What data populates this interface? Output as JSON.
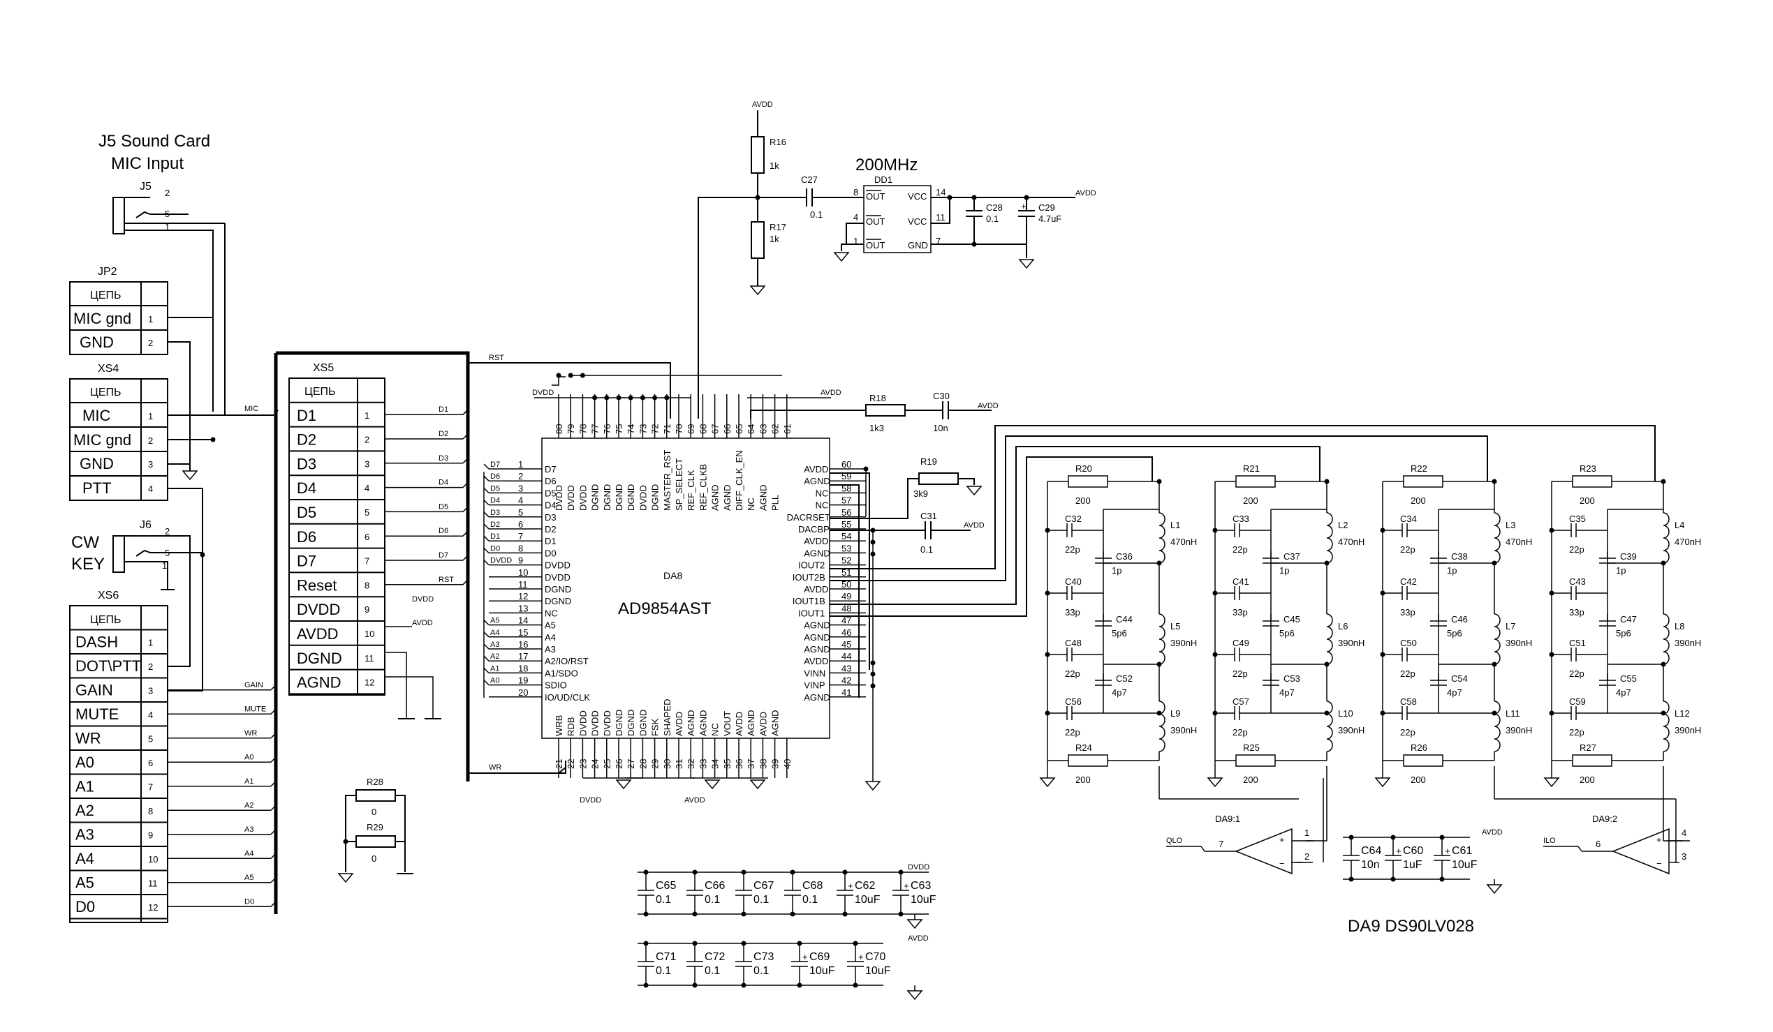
{
  "headings": {
    "soundcard_title": "J5 Sound Card",
    "soundcard_subtitle": "MIC Input",
    "osc_freq": "200MHz",
    "da9_caption": "DA9 DS90LV028"
  },
  "jacks": {
    "j5": {
      "ref": "J5",
      "pins": [
        "2",
        "5",
        "1"
      ]
    },
    "j6": {
      "ref": "J6",
      "pins": [
        "2",
        "5",
        "1"
      ],
      "label_cw": "CW",
      "label_key": "KEY"
    }
  },
  "connectors": {
    "jp2": {
      "ref": "JP2",
      "header": "ЦЕПЬ",
      "rows": [
        {
          "name": "MIC gnd",
          "pin": "1"
        },
        {
          "name": "GND",
          "pin": "2"
        }
      ]
    },
    "xs4": {
      "ref": "XS4",
      "header": "ЦЕПЬ",
      "rows": [
        {
          "name": "MIC",
          "pin": "1"
        },
        {
          "name": "MIC gnd",
          "pin": "2"
        },
        {
          "name": "GND",
          "pin": "3"
        },
        {
          "name": "PTT",
          "pin": "4"
        }
      ]
    },
    "xs6": {
      "ref": "XS6",
      "header": "ЦЕПЬ",
      "rows": [
        {
          "name": "DASH",
          "pin": "1"
        },
        {
          "name": "DOT\\PTT",
          "pin": "2"
        },
        {
          "name": "GAIN",
          "pin": "3"
        },
        {
          "name": "MUTE",
          "pin": "4"
        },
        {
          "name": "WR",
          "pin": "5"
        },
        {
          "name": "A0",
          "pin": "6"
        },
        {
          "name": "A1",
          "pin": "7"
        },
        {
          "name": "A2",
          "pin": "8"
        },
        {
          "name": "A3",
          "pin": "9"
        },
        {
          "name": "A4",
          "pin": "10"
        },
        {
          "name": "A5",
          "pin": "11"
        },
        {
          "name": "D0",
          "pin": "12"
        }
      ]
    },
    "xs5": {
      "ref": "XS5",
      "header": "ЦЕПЬ",
      "rows": [
        {
          "name": "D1",
          "pin": "1"
        },
        {
          "name": "D2",
          "pin": "2"
        },
        {
          "name": "D3",
          "pin": "3"
        },
        {
          "name": "D4",
          "pin": "4"
        },
        {
          "name": "D5",
          "pin": "5"
        },
        {
          "name": "D6",
          "pin": "6"
        },
        {
          "name": "D7",
          "pin": "7"
        },
        {
          "name": "Reset",
          "pin": "8"
        },
        {
          "name": "DVDD",
          "pin": "9"
        },
        {
          "name": "AVDD",
          "pin": "10"
        },
        {
          "name": "DGND",
          "pin": "11"
        },
        {
          "name": "AGND",
          "pin": "12"
        }
      ]
    }
  },
  "bus_labels": {
    "xs6_nets": [
      "GAIN",
      "MUTE",
      "WR",
      "A0",
      "A1",
      "A2",
      "A3",
      "A4",
      "A5",
      "D0"
    ],
    "xs5_nets": [
      "D1",
      "D2",
      "D3",
      "D4",
      "D5",
      "D6",
      "D7",
      "RST",
      "DVDD",
      "AVDD"
    ],
    "mic_net": "MIC",
    "rst_net": "RST",
    "wr_net": "WR"
  },
  "da8": {
    "ref": "DA8",
    "part": "AD9854AST",
    "left_pins": [
      {
        "num": "1",
        "name": "D7",
        "net": "D7"
      },
      {
        "num": "2",
        "name": "D6",
        "net": "D6"
      },
      {
        "num": "3",
        "name": "D5",
        "net": "D5"
      },
      {
        "num": "4",
        "name": "D4",
        "net": "D4"
      },
      {
        "num": "5",
        "name": "D3",
        "net": "D3"
      },
      {
        "num": "6",
        "name": "D2",
        "net": "D2"
      },
      {
        "num": "7",
        "name": "D1",
        "net": "D1"
      },
      {
        "num": "8",
        "name": "D0",
        "net": "D0"
      },
      {
        "num": "9",
        "name": "DVDD",
        "net": "DVDD"
      },
      {
        "num": "10",
        "name": "DVDD",
        "net": ""
      },
      {
        "num": "11",
        "name": "DGND",
        "net": ""
      },
      {
        "num": "12",
        "name": "DGND",
        "net": ""
      },
      {
        "num": "13",
        "name": "NC",
        "net": ""
      },
      {
        "num": "14",
        "name": "A5",
        "net": "A5"
      },
      {
        "num": "15",
        "name": "A4",
        "net": "A4"
      },
      {
        "num": "16",
        "name": "A3",
        "net": "A3"
      },
      {
        "num": "17",
        "name": "A2/IO/RST",
        "net": "A2"
      },
      {
        "num": "18",
        "name": "A1/SDO",
        "net": "A1"
      },
      {
        "num": "19",
        "name": "SDIO",
        "net": "A0"
      },
      {
        "num": "20",
        "name": "IO/UD/CLK",
        "net": ""
      }
    ],
    "right_pins": [
      {
        "num": "60",
        "name": "AVDD"
      },
      {
        "num": "59",
        "name": "AGND"
      },
      {
        "num": "58",
        "name": "NC"
      },
      {
        "num": "57",
        "name": "NC"
      },
      {
        "num": "56",
        "name": "DACRSET"
      },
      {
        "num": "55",
        "name": "DACBP"
      },
      {
        "num": "54",
        "name": "AVDD"
      },
      {
        "num": "53",
        "name": "AGND"
      },
      {
        "num": "52",
        "name": "IOUT2"
      },
      {
        "num": "51",
        "name": "IOUT2B"
      },
      {
        "num": "50",
        "name": "AVDD"
      },
      {
        "num": "49",
        "name": "IOUT1B"
      },
      {
        "num": "48",
        "name": "IOUT1"
      },
      {
        "num": "47",
        "name": "AGND"
      },
      {
        "num": "46",
        "name": "AGND"
      },
      {
        "num": "45",
        "name": "AGND"
      },
      {
        "num": "44",
        "name": "AVDD"
      },
      {
        "num": "43",
        "name": "VINN"
      },
      {
        "num": "42",
        "name": "VINP"
      },
      {
        "num": "41",
        "name": "AGND"
      }
    ],
    "top_pins": [
      {
        "num": "80",
        "name": "DVDD"
      },
      {
        "num": "79",
        "name": "DVDD"
      },
      {
        "num": "78",
        "name": "DVDD"
      },
      {
        "num": "77",
        "name": "DGND"
      },
      {
        "num": "76",
        "name": "DGND"
      },
      {
        "num": "75",
        "name": "DGND"
      },
      {
        "num": "74",
        "name": "DGND"
      },
      {
        "num": "73",
        "name": "DVDD"
      },
      {
        "num": "72",
        "name": "DGND"
      },
      {
        "num": "71",
        "name": "MASTER_RST"
      },
      {
        "num": "70",
        "name": "SP_SELECT"
      },
      {
        "num": "69",
        "name": "REF_CLK"
      },
      {
        "num": "68",
        "name": "REF_CLKB"
      },
      {
        "num": "67",
        "name": "AGND"
      },
      {
        "num": "66",
        "name": "AGND"
      },
      {
        "num": "65",
        "name": "DIFF_CLK_EN"
      },
      {
        "num": "64",
        "name": "NC"
      },
      {
        "num": "63",
        "name": "AGND"
      },
      {
        "num": "62",
        "name": "PLL"
      },
      {
        "num": "61",
        "name": ""
      }
    ],
    "bottom_pins": [
      {
        "num": "21",
        "name": "WRB"
      },
      {
        "num": "22",
        "name": "RDB"
      },
      {
        "num": "23",
        "name": "DVDD"
      },
      {
        "num": "24",
        "name": "DVDD"
      },
      {
        "num": "25",
        "name": "DVDD"
      },
      {
        "num": "26",
        "name": "DGND"
      },
      {
        "num": "27",
        "name": "DGND"
      },
      {
        "num": "28",
        "name": "DGND"
      },
      {
        "num": "29",
        "name": "FSK"
      },
      {
        "num": "30",
        "name": "SHAPED"
      },
      {
        "num": "31",
        "name": "AVDD"
      },
      {
        "num": "32",
        "name": "AGND"
      },
      {
        "num": "33",
        "name": "AGND"
      },
      {
        "num": "34",
        "name": "NC"
      },
      {
        "num": "35",
        "name": "VOUT"
      },
      {
        "num": "36",
        "name": "AVDD"
      },
      {
        "num": "37",
        "name": "AGND"
      },
      {
        "num": "38",
        "name": "AVDD"
      },
      {
        "num": "39",
        "name": "AGND"
      },
      {
        "num": "40",
        "name": ""
      }
    ]
  },
  "dd1": {
    "ref": "DD1",
    "pins_left": [
      {
        "num": "8",
        "name": "OUT"
      },
      {
        "num": "4",
        "name": "OUT"
      },
      {
        "num": "1",
        "name": "OUT"
      }
    ],
    "pins_right": [
      {
        "num": "14",
        "name": "VCC"
      },
      {
        "num": "11",
        "name": "VCC"
      },
      {
        "num": "7",
        "name": "GND"
      }
    ]
  },
  "power_labels": {
    "avdd": "AVDD",
    "dvdd": "DVDD"
  },
  "passives": {
    "R16": {
      "ref": "R16",
      "value": "1k"
    },
    "R17": {
      "ref": "R17",
      "value": "1k"
    },
    "C27": {
      "ref": "C27",
      "value": "0.1"
    },
    "C28": {
      "ref": "C28",
      "value": "0.1"
    },
    "C29": {
      "ref": "C29",
      "value": "4.7uF"
    },
    "R18": {
      "ref": "R18",
      "value": "1k3"
    },
    "C30": {
      "ref": "C30",
      "value": "10n"
    },
    "R19": {
      "ref": "R19",
      "value": "3k9"
    },
    "C31": {
      "ref": "C31",
      "value": "0.1"
    },
    "R28": {
      "ref": "R28",
      "value": "0"
    },
    "R29": {
      "ref": "R29",
      "value": "0"
    }
  },
  "filters": [
    {
      "r_top": "R20",
      "r_bot": "R24",
      "r_val": "200",
      "c1": "C32",
      "c2": "C40",
      "c3": "C48",
      "c4": "C56",
      "cs1": "C36",
      "cs2": "C44",
      "cs3": "C52",
      "cs1_v": "1p",
      "cs2_v": "5p6",
      "cs3_v": "4p7",
      "c1_v": "22p",
      "c2_v": "33p",
      "c3_v": "22p",
      "c4_v": "22p",
      "l1": "L1",
      "l2": "L5",
      "l3": "L9",
      "l1_v": "470nH",
      "l2_v": "390nH",
      "l3_v": "390nH"
    },
    {
      "r_top": "R21",
      "r_bot": "R25",
      "r_val": "200",
      "c1": "C33",
      "c2": "C41",
      "c3": "C49",
      "c4": "C57",
      "cs1": "C37",
      "cs2": "C45",
      "cs3": "C53",
      "cs1_v": "1p",
      "cs2_v": "5p6",
      "cs3_v": "4p7",
      "c1_v": "22p",
      "c2_v": "33p",
      "c3_v": "22p",
      "c4_v": "22p",
      "l1": "L2",
      "l2": "L6",
      "l3": "L10",
      "l1_v": "470nH",
      "l2_v": "390nH",
      "l3_v": "390nH"
    },
    {
      "r_top": "R22",
      "r_bot": "R26",
      "r_val": "200",
      "c1": "C34",
      "c2": "C42",
      "c3": "C50",
      "c4": "C58",
      "cs1": "C38",
      "cs2": "C46",
      "cs3": "C54",
      "cs1_v": "1p",
      "cs2_v": "5p6",
      "cs3_v": "4p7",
      "c1_v": "22p",
      "c2_v": "33p",
      "c3_v": "22p",
      "c4_v": "22p",
      "l1": "L3",
      "l2": "L7",
      "l3": "L11",
      "l1_v": "470nH",
      "l2_v": "390nH",
      "l3_v": "390nH"
    },
    {
      "r_top": "R23",
      "r_bot": "R27",
      "r_val": "200",
      "c1": "C35",
      "c2": "C43",
      "c3": "C51",
      "c4": "C59",
      "cs1": "C39",
      "cs2": "C47",
      "cs3": "C55",
      "cs1_v": "1p",
      "cs2_v": "5p6",
      "cs3_v": "4p7",
      "c1_v": "22p",
      "c2_v": "33p",
      "c3_v": "22p",
      "c4_v": "22p",
      "l1": "L4",
      "l2": "L8",
      "l3": "L12",
      "l1_v": "470nH",
      "l2_v": "390nH",
      "l3_v": "390nH"
    }
  ],
  "comparators": [
    {
      "ref": "DA9:1",
      "out_pin": "7",
      "in_plus": "1",
      "in_minus": "2",
      "net": "QLO"
    },
    {
      "ref": "DA9:2",
      "out_pin": "6",
      "in_plus": "4",
      "in_minus": "3",
      "net": "ILO"
    }
  ],
  "decoupling": {
    "dvdd_row": [
      {
        "ref": "C65",
        "val": "0.1"
      },
      {
        "ref": "C66",
        "val": "0.1"
      },
      {
        "ref": "C67",
        "val": "0.1"
      },
      {
        "ref": "C68",
        "val": "0.1"
      },
      {
        "ref": "C62",
        "val": "10uF"
      },
      {
        "ref": "C63",
        "val": "10uF"
      }
    ],
    "avdd_row": [
      {
        "ref": "C71",
        "val": "0.1"
      },
      {
        "ref": "C72",
        "val": "0.1"
      },
      {
        "ref": "C73",
        "val": "0.1"
      },
      {
        "ref": "C69",
        "val": "10uF"
      },
      {
        "ref": "C70",
        "val": "10uF"
      }
    ],
    "da9_row": [
      {
        "ref": "C64",
        "val": "10n"
      },
      {
        "ref": "C60",
        "val": "1uF"
      },
      {
        "ref": "C61",
        "val": "10uF"
      }
    ]
  }
}
